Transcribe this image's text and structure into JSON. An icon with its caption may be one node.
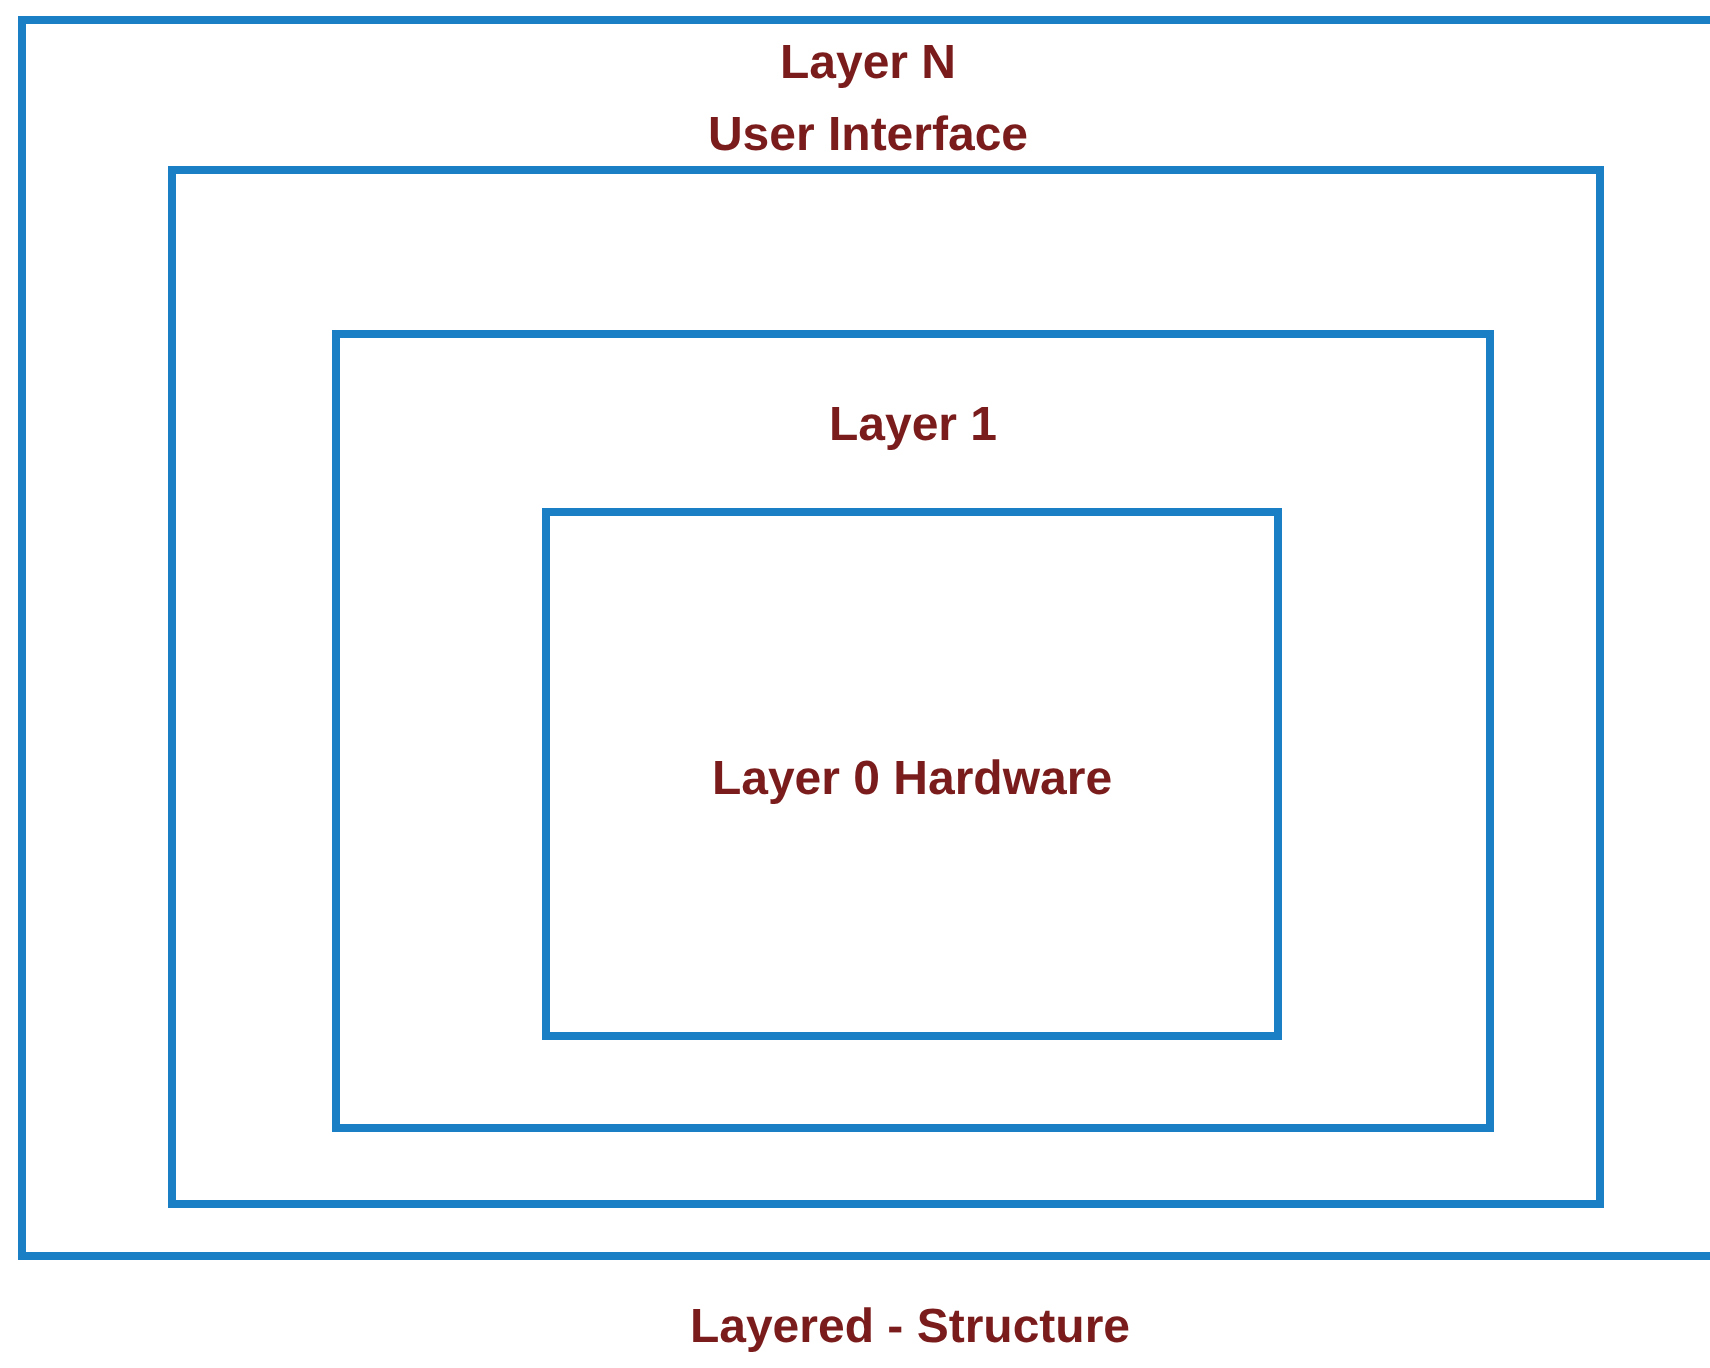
{
  "diagram": {
    "caption": "Layered - Structure",
    "nodes": [
      {
        "text": [
          "Layer N",
          "User Interface"
        ]
      },
      {
        "text": [],
        "shape": "box",
        "in": 0
      },
      {
        "text": [
          "Layer 1"
        ],
        "in": 1
      },
      {
        "text": [
          "Layer 0 Hardware"
        ],
        "in": 2
      }
    ]
  }
}
